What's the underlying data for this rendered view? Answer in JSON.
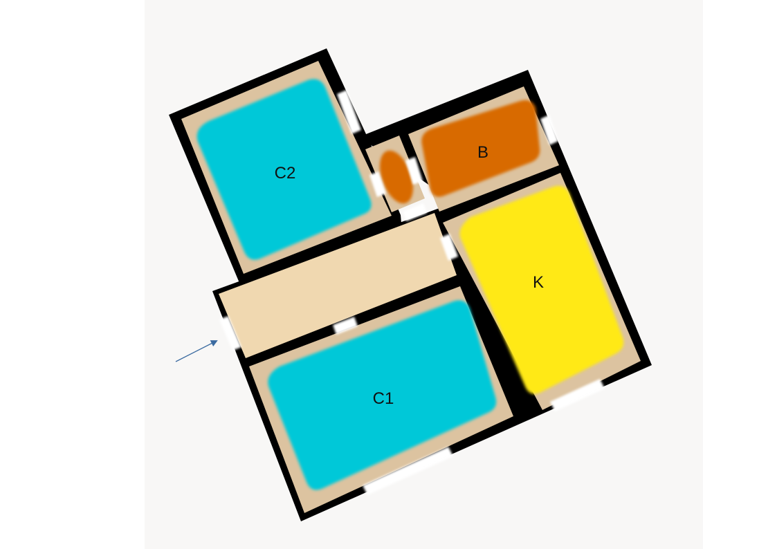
{
  "plan": {
    "rooms": [
      {
        "id": "c2",
        "label": "C2",
        "kind": "bedroom"
      },
      {
        "id": "b",
        "label": "B",
        "kind": "bathroom"
      },
      {
        "id": "wc",
        "label": "",
        "kind": "bathroom"
      },
      {
        "id": "k",
        "label": "K",
        "kind": "kitchen"
      },
      {
        "id": "c1",
        "label": "C1",
        "kind": "bedroom"
      },
      {
        "id": "hall",
        "label": "",
        "kind": "hallway"
      }
    ],
    "entrance": {
      "icon": "arrow-icon"
    }
  },
  "colors": {
    "page": "#f8f7f6",
    "wall": "#000000",
    "floor": "#dcc3a0",
    "hallway": "#f0d8b0",
    "bedroom": "#00c8d8",
    "bathroom": "#d86a00",
    "kitchen": "#ffe914",
    "opening": "#ffffff",
    "arrow": "#3a6aa0"
  }
}
